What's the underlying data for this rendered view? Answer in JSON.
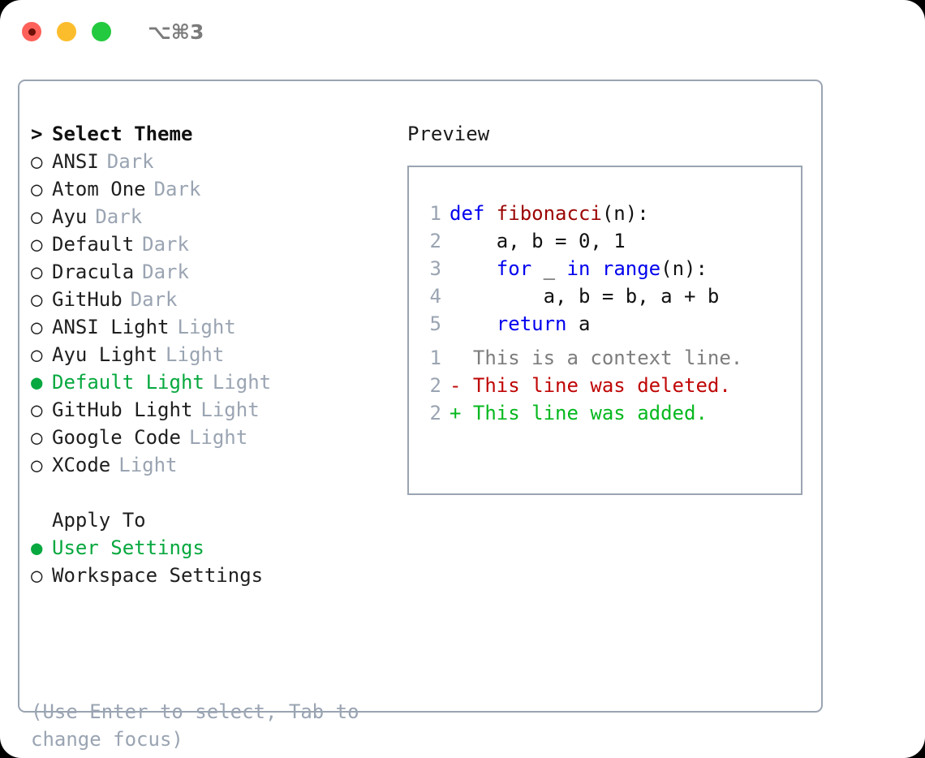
{
  "window": {
    "title": "⌥⌘3",
    "traffic_lights": [
      {
        "name": "close",
        "color": "#fd6159"
      },
      {
        "name": "minimize",
        "color": "#fcbd2d"
      },
      {
        "name": "zoom",
        "color": "#23c93e"
      }
    ]
  },
  "theme_list": {
    "header_marker": ">",
    "header_label": "Select Theme",
    "items": [
      {
        "marker": "○",
        "label": "ANSI",
        "variant": "Dark",
        "selected": false
      },
      {
        "marker": "○",
        "label": "Atom One",
        "variant": "Dark",
        "selected": false
      },
      {
        "marker": "○",
        "label": "Ayu",
        "variant": "Dark",
        "selected": false
      },
      {
        "marker": "○",
        "label": "Default",
        "variant": "Dark",
        "selected": false
      },
      {
        "marker": "○",
        "label": "Dracula",
        "variant": "Dark",
        "selected": false
      },
      {
        "marker": "○",
        "label": "GitHub",
        "variant": "Dark",
        "selected": false
      },
      {
        "marker": "○",
        "label": "ANSI Light",
        "variant": "Light",
        "selected": false
      },
      {
        "marker": "○",
        "label": "Ayu Light",
        "variant": "Light",
        "selected": false
      },
      {
        "marker": "●",
        "label": "Default Light",
        "variant": "Light",
        "selected": true
      },
      {
        "marker": "○",
        "label": "GitHub Light",
        "variant": "Light",
        "selected": false
      },
      {
        "marker": "○",
        "label": "Google Code",
        "variant": "Light",
        "selected": false
      },
      {
        "marker": "○",
        "label": "XCode",
        "variant": "Light",
        "selected": false
      }
    ]
  },
  "apply_to": {
    "header_label": "Apply To",
    "items": [
      {
        "marker": "●",
        "label": "User Settings",
        "selected": true
      },
      {
        "marker": "○",
        "label": "Workspace Settings",
        "selected": false
      }
    ]
  },
  "hint": "(Use Enter to select, Tab to change focus)",
  "preview": {
    "title": "Preview",
    "code_lines": [
      {
        "num": "1",
        "tokens": [
          {
            "text": "def ",
            "kind": "kw"
          },
          {
            "text": "fibonacci",
            "kind": "fn"
          },
          {
            "text": "(n):",
            "kind": "plain"
          }
        ]
      },
      {
        "num": "2",
        "tokens": [
          {
            "text": "    a, b = 0, 1",
            "kind": "plain"
          }
        ]
      },
      {
        "num": "3",
        "tokens": [
          {
            "text": "    for",
            "kind": "kw"
          },
          {
            "text": " _ ",
            "kind": "plain"
          },
          {
            "text": "in ",
            "kind": "kw"
          },
          {
            "text": "range",
            "kind": "kw"
          },
          {
            "text": "(n):",
            "kind": "plain"
          }
        ]
      },
      {
        "num": "4",
        "tokens": [
          {
            "text": "        a, b = b, a + b",
            "kind": "plain"
          }
        ]
      },
      {
        "num": "5",
        "tokens": [
          {
            "text": "    return",
            "kind": "kw"
          },
          {
            "text": " a",
            "kind": "plain"
          }
        ]
      }
    ],
    "diff_lines": [
      {
        "num": "1",
        "sign": "  ",
        "text": "This is a context line.",
        "kind": "ctx"
      },
      {
        "num": "2",
        "sign": "- ",
        "text": "This line was deleted.",
        "kind": "del"
      },
      {
        "num": "2",
        "sign": "+ ",
        "text": "This line was added.",
        "kind": "add"
      }
    ]
  },
  "colors": {
    "accent_green": "#07a83f",
    "muted": "#9aa4b2",
    "keyword_blue": "#0000ee",
    "function_red": "#9c0404",
    "diff_added": "#06b81f",
    "diff_deleted": "#c00606"
  }
}
